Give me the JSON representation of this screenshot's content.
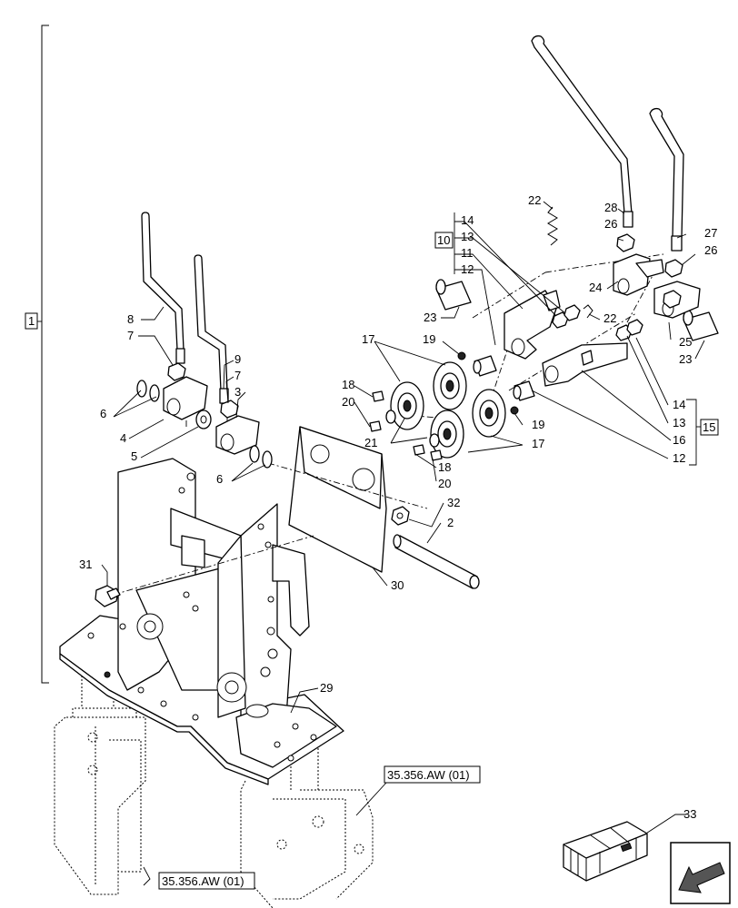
{
  "callouts": {
    "c1": "1",
    "c2": "2",
    "c3": "3",
    "c4": "4",
    "c5": "5",
    "c6a": "6",
    "c6b": "6",
    "c7a": "7",
    "c7b": "7",
    "c8": "8",
    "c9": "9",
    "c10": "10",
    "c11": "11",
    "c12a": "12",
    "c12b": "12",
    "c13a": "13",
    "c13b": "13",
    "c14a": "14",
    "c14b": "14",
    "c15": "15",
    "c16": "16",
    "c17a": "17",
    "c17b": "17",
    "c18a": "18",
    "c18b": "18",
    "c19a": "19",
    "c19b": "19",
    "c20a": "20",
    "c20b": "20",
    "c21": "21",
    "c22a": "22",
    "c22b": "22",
    "c23a": "23",
    "c23b": "23",
    "c24": "24",
    "c25": "25",
    "c26a": "26",
    "c26b": "26",
    "c27": "27",
    "c28": "28",
    "c29": "29",
    "c30": "30",
    "c31": "31",
    "c32": "32",
    "c33": "33"
  },
  "references": {
    "ref_right": "35.356.AW (01)",
    "ref_left": "35.356.AW (01)"
  },
  "icons": {
    "kit": "kit-box-icon",
    "nav": "return-arrow-icon"
  }
}
